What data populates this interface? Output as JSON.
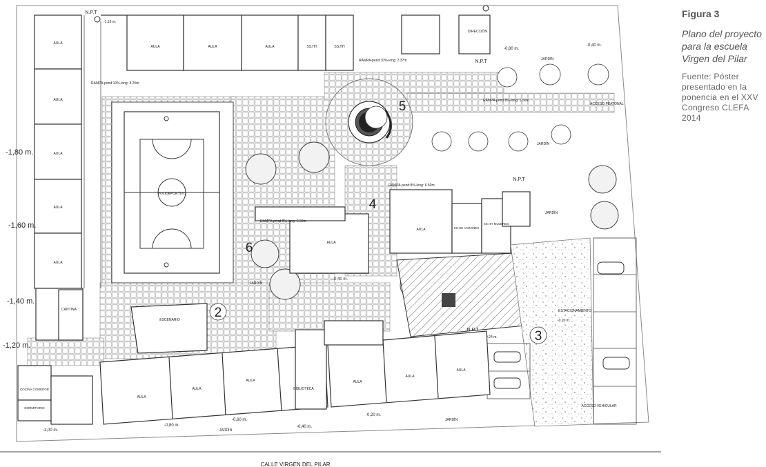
{
  "caption": {
    "label": "Figura 3",
    "title": "Plano del proyecto para la escuela Virgen del Pilar",
    "source": "Fuente: Póster presentado en la ponencia en el XXV Congreso CLEFA 2014"
  },
  "plan": {
    "street_label": "CALLE VIRGEN DEL PILAR",
    "rooms": {
      "aula": "AULA",
      "sshh": "SS.HH",
      "direccion": "DIRECCIÓN",
      "cantina": "CANTINA",
      "escenario": "ESCENARIO",
      "polideportivo": "POLIDEPORTIVO",
      "biblioteca": "BIBLIOTECA",
      "cocina_comedor": "COCINA COMEDOR",
      "dormitorio": "DORMITORIO",
      "sshh_varones": "SS.HH VARONES",
      "sshh_mujeres": "SS.HH MUJERES",
      "estacionamiento": "ESTACIONAMIENTO",
      "acceso_vehicular": "ACCESO VEHICULAR",
      "acceso_peatonal": "ACCESO PEATONAL",
      "jardin": "JARDÍN",
      "npt": "N.P.T"
    },
    "levels": {
      "l180": "-1,80 m.",
      "l160": "-1,60 m.",
      "l140": "-1,40 m.",
      "l120": "-1,20 m.",
      "l100": "-1,00 m.",
      "l080": "-0,80 m.",
      "l060": "-0,60 m.",
      "l040": "-0,40 m.",
      "l020": "-0,20 m.",
      "l116": "-1.16 m.",
      "l024": "0.24 m.",
      "l020b": "-0.20 m."
    },
    "ramps": {
      "r1": "RAMPA-pend:10%-long: 3.25m",
      "r2": "RAMPA-pend:10%-long: 2.37m",
      "r3": "RAMPA-pend:8%-long: 6.50m",
      "r4": "RAMPA-pend:8%-long: 5.50m",
      "r5": "RAMPA-pend:8%-long: 6.50m"
    },
    "markers": {
      "m2": "2",
      "m3": "3",
      "m4": "4",
      "m5": "5",
      "m6": "6"
    }
  }
}
